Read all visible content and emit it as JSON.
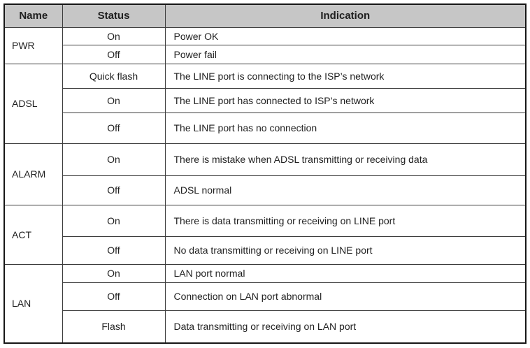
{
  "table": {
    "headers": {
      "name": "Name",
      "status": "Status",
      "indication": "Indication"
    },
    "groups": [
      {
        "name": "PWR",
        "rows": [
          {
            "status": "On",
            "indication": "Power OK"
          },
          {
            "status": "Off",
            "indication": "Power fail"
          }
        ]
      },
      {
        "name": "ADSL",
        "rows": [
          {
            "status": "Quick flash",
            "indication": "The LINE port is connecting to the ISP’s network"
          },
          {
            "status": "On",
            "indication": "The LINE port has connected to ISP’s network"
          },
          {
            "status": "Off",
            "indication": "The LINE port has no connection"
          }
        ]
      },
      {
        "name": "ALARM",
        "rows": [
          {
            "status": "On",
            "indication": "There is mistake when ADSL transmitting or receiving data"
          },
          {
            "status": "Off",
            "indication": "ADSL normal"
          }
        ]
      },
      {
        "name": "ACT",
        "rows": [
          {
            "status": "On",
            "indication": "There is data transmitting or receiving on LINE port"
          },
          {
            "status": "Off",
            "indication": "No data transmitting or receiving on LINE port"
          }
        ]
      },
      {
        "name": "LAN",
        "rows": [
          {
            "status": "On",
            "indication": "LAN port normal"
          },
          {
            "status": "Off",
            "indication": "Connection on LAN port abnormal"
          },
          {
            "status": "Flash",
            "indication": "Data transmitting or receiving on LAN port"
          }
        ]
      }
    ]
  },
  "colors": {
    "header_bg": "#c6c6c6",
    "border": "#3c3c3c",
    "border_outer": "#161616",
    "text": "#1f1f1f"
  }
}
